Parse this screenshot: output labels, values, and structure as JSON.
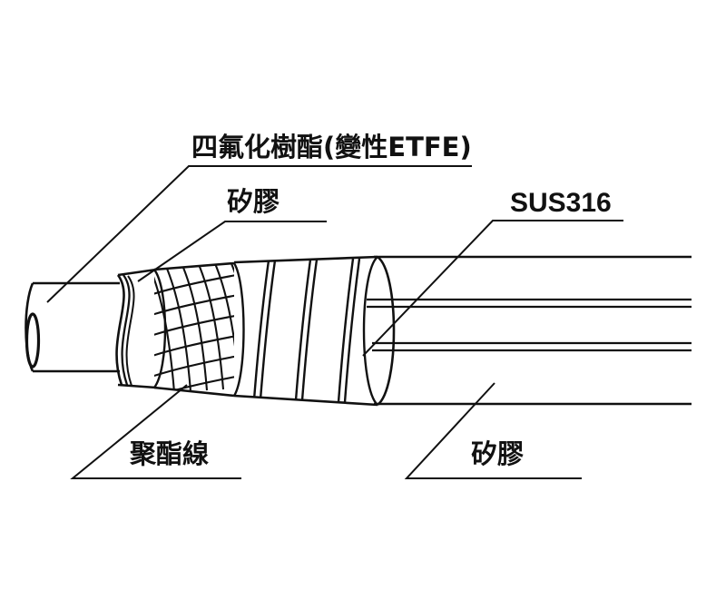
{
  "diagram": {
    "title": "Multi-layer hose cutaway construction diagram",
    "background_color": "#ffffff",
    "line_color": "#111111",
    "labels": {
      "etfe": {
        "text": "四氟化樹酯(變性ETFE)",
        "layer": "inner-liner",
        "leader": "from inner tube wall up-right then horizontal underline"
      },
      "silicone_inner": {
        "text": "矽膠",
        "layer": "inner-silicone",
        "leader": "from second layer up-right then horizontal underline"
      },
      "sus316": {
        "text": "SUS316",
        "layer": "stainless-steel-wire-braid",
        "leader": "from outer wire layer up-right then horizontal underline"
      },
      "polyester": {
        "text": "聚酯線",
        "layer": "polyester-thread-braid",
        "leader": "from braid layer down-left then horizontal underline"
      },
      "silicone_outer": {
        "text": "矽膠",
        "layer": "outer-silicone-cover",
        "leader": "from outer cover down-left then horizontal underline"
      }
    },
    "layers": [
      {
        "index": 1,
        "name": "四氟化樹酯(變性ETFE)",
        "role": "inner liner tube"
      },
      {
        "index": 2,
        "name": "矽膠",
        "role": "inner silicone layer"
      },
      {
        "index": 3,
        "name": "聚酯線",
        "role": "polyester thread braid reinforcement"
      },
      {
        "index": 4,
        "name": "矽膠",
        "role": "outer silicone layer with spiral seams"
      },
      {
        "index": 5,
        "name": "SUS316",
        "role": "stainless steel wire braid / outer cover"
      }
    ]
  }
}
